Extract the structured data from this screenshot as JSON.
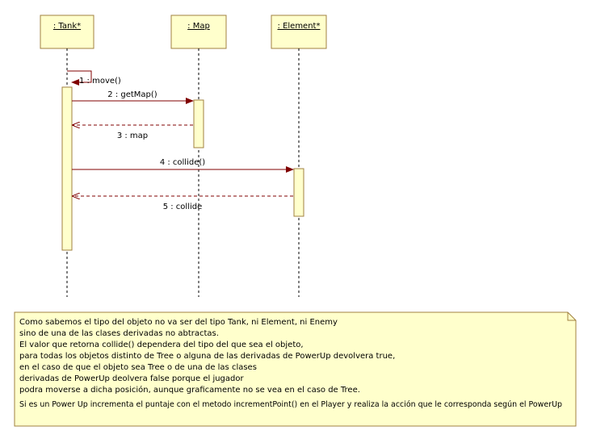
{
  "lifelines": [
    {
      "id": "tank",
      "label": ": Tank*"
    },
    {
      "id": "map",
      "label": ": Map"
    },
    {
      "id": "element",
      "label": ": Element*"
    }
  ],
  "messages": [
    {
      "label": "1 : move()",
      "from": "tank",
      "to": "tank",
      "kind": "self"
    },
    {
      "label": "2 : getMap()",
      "from": "tank",
      "to": "map",
      "kind": "call"
    },
    {
      "label": "3 : map",
      "from": "map",
      "to": "tank",
      "kind": "return"
    },
    {
      "label": "4 : collide()",
      "from": "tank",
      "to": "element",
      "kind": "call"
    },
    {
      "label": "5 : collide",
      "from": "element",
      "to": "tank",
      "kind": "return"
    }
  ],
  "note": {
    "lines": [
      "Como sabemos el tipo del objeto no va ser del tipo Tank, ni Element, ni Enemy",
      "sino de una de las clases derivadas no abtractas.",
      "El valor que retorna collide() dependera del tipo del que sea el objeto,",
      "para todas los objetos distinto de Tree o alguna de las derivadas de PowerUp devolvera true,",
      "en el caso de que el objeto sea Tree o de una de las clases",
      "derivadas de PowerUp deolvera false porque el jugador",
      "podra moverse a dicha posición, aunque graficamente no se vea en el caso de Tree.",
      "Si es un Power Up incrementa el puntaje con el metodo incrementPoint() en el Player y realiza la acción que le corresponda según el PowerUp"
    ]
  },
  "colors": {
    "box_fill": "#ffffcc",
    "box_stroke": "#a08040",
    "arrow": "#800000",
    "line": "#000000"
  }
}
